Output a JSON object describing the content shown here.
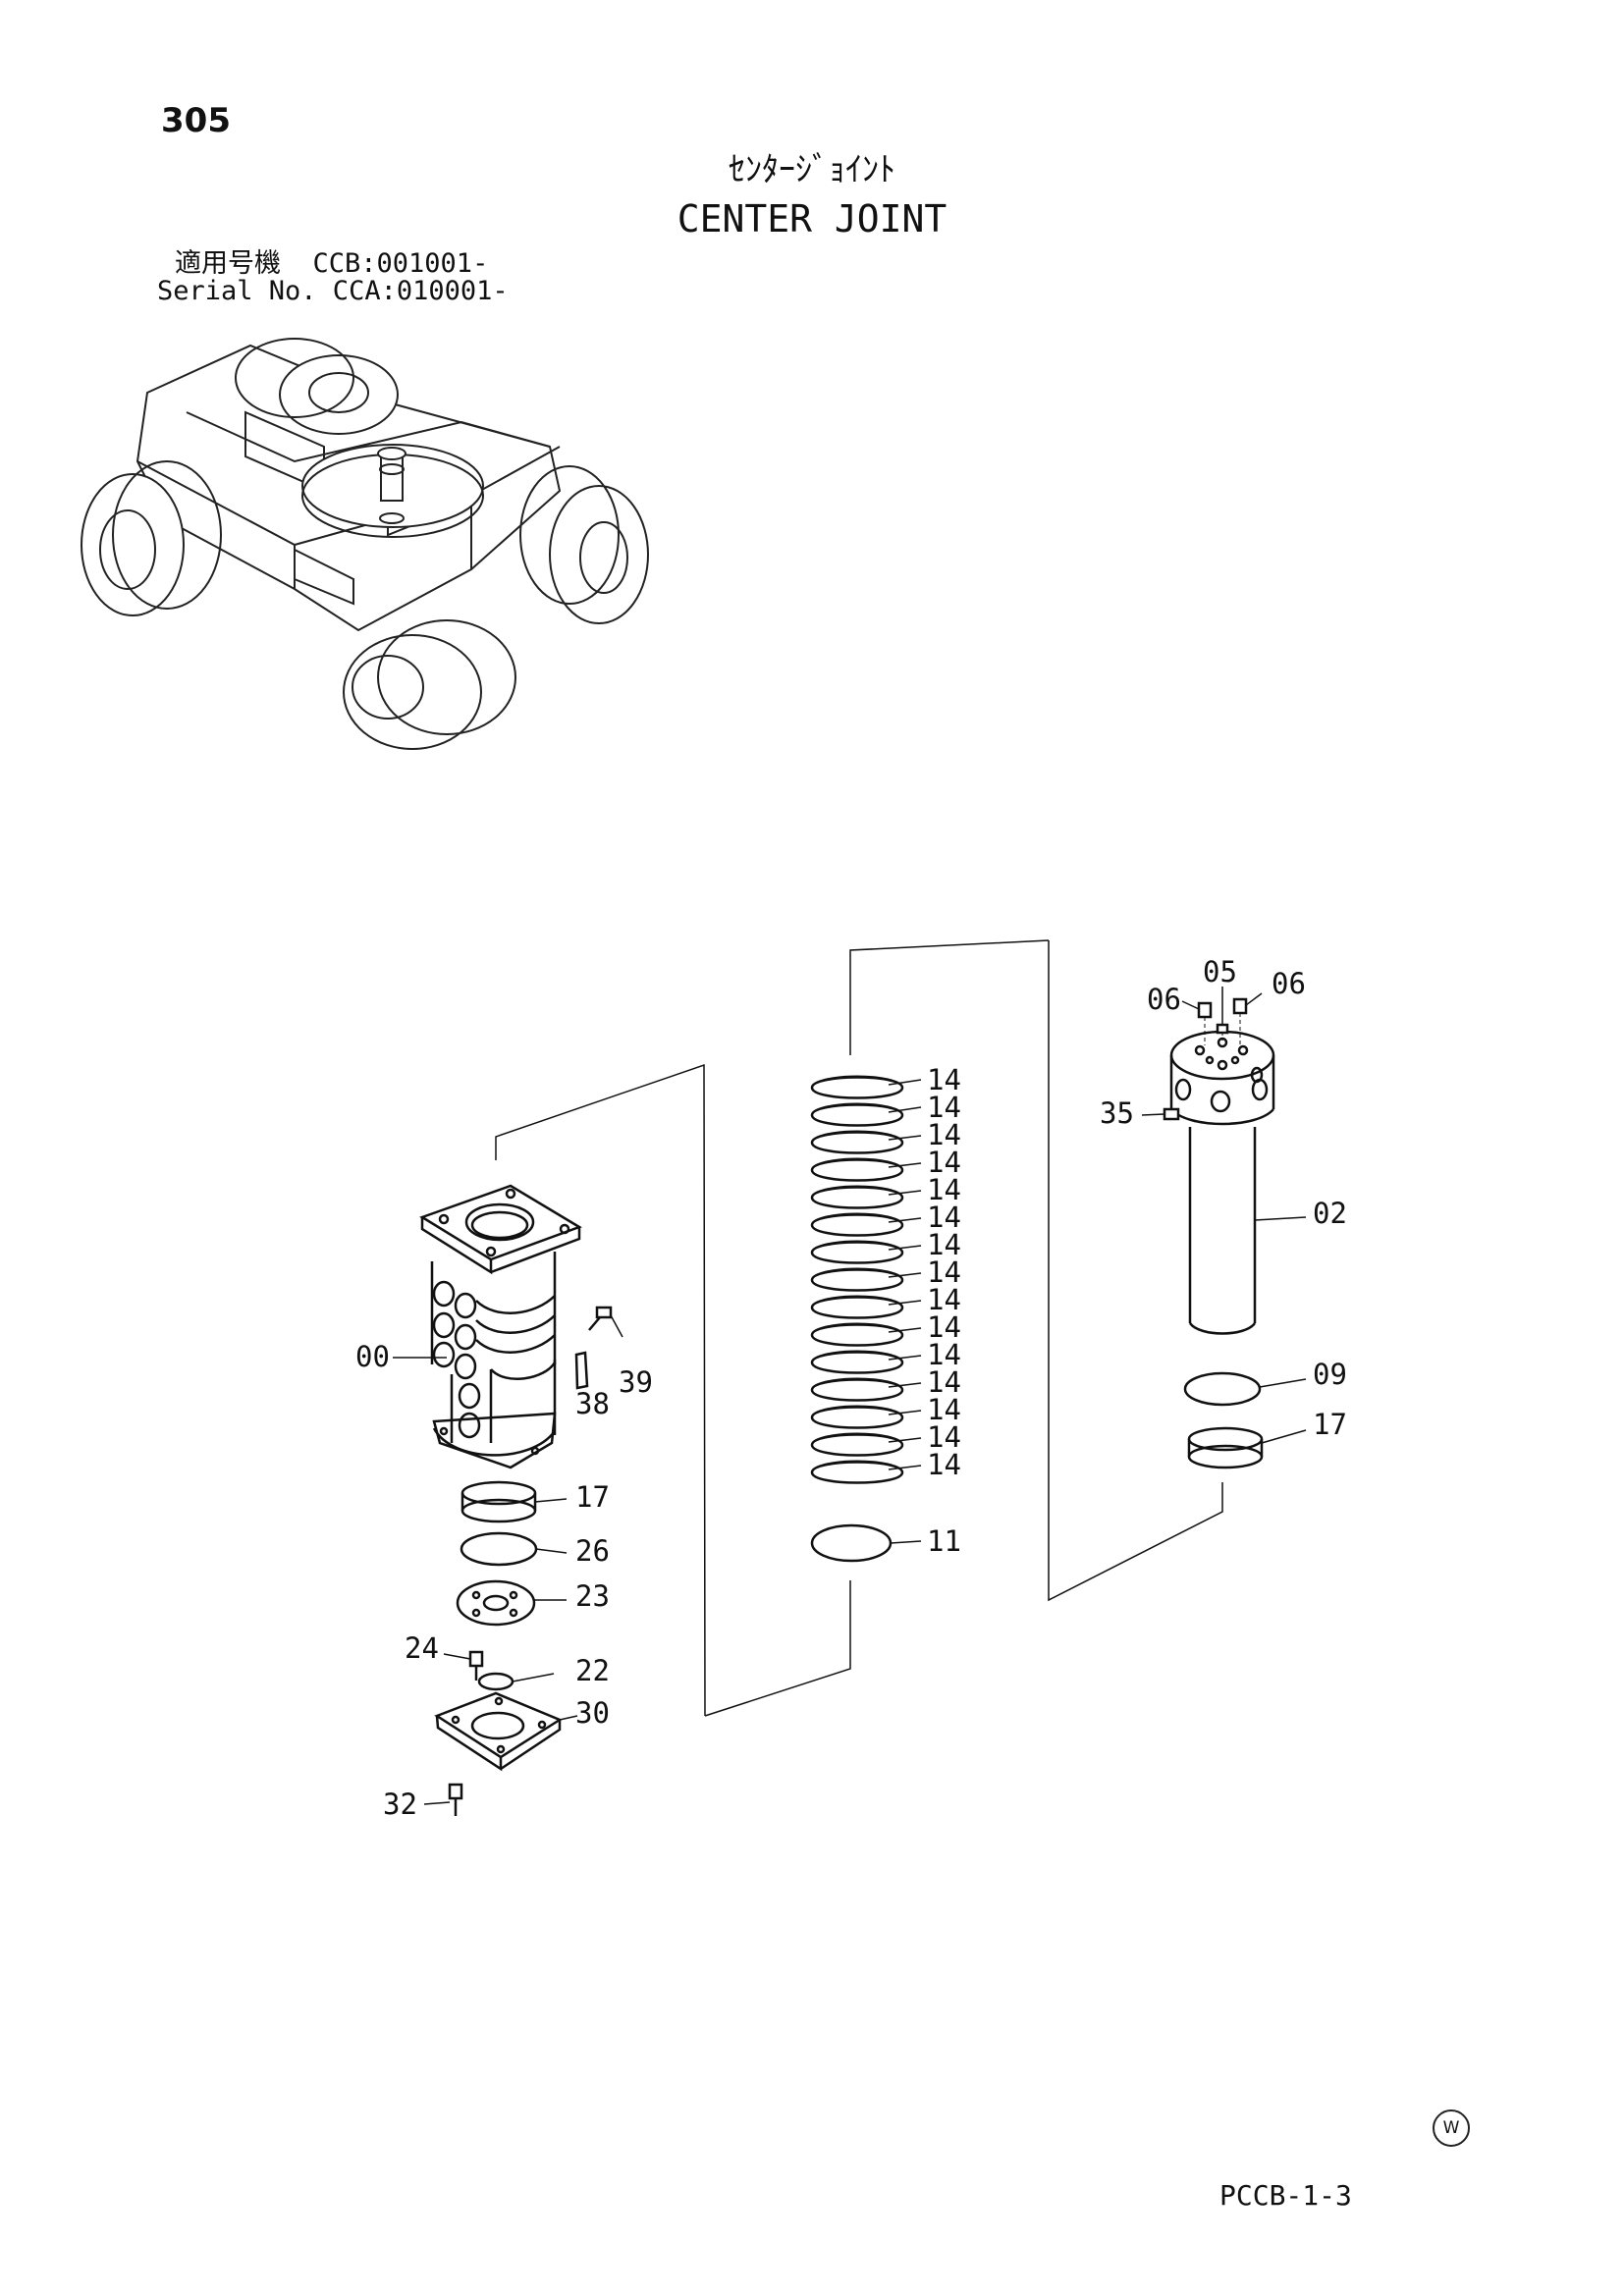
{
  "header": {
    "page_number": "305",
    "title_ja": "ｾﾝﾀｰｼﾞｮｲﾝﾄ",
    "title_en": "CENTER JOINT",
    "serial_line_1": "適用号機  CCB:001001-",
    "serial_line_2": "Serial No. CCA:010001-"
  },
  "callouts": {
    "c00": "00",
    "c17a": "17",
    "c26": "26",
    "c23": "23",
    "c24": "24",
    "c22": "22",
    "c30": "30",
    "c32": "32",
    "c38": "38",
    "c39": "39",
    "c14": "14",
    "c11": "11",
    "c05": "05",
    "c06a": "06",
    "c06b": "06",
    "c35": "35",
    "c02": "02",
    "c09": "09",
    "c17b": "17"
  },
  "footer": {
    "drawing_code": "PCCB-1-3",
    "watermark": "W"
  }
}
